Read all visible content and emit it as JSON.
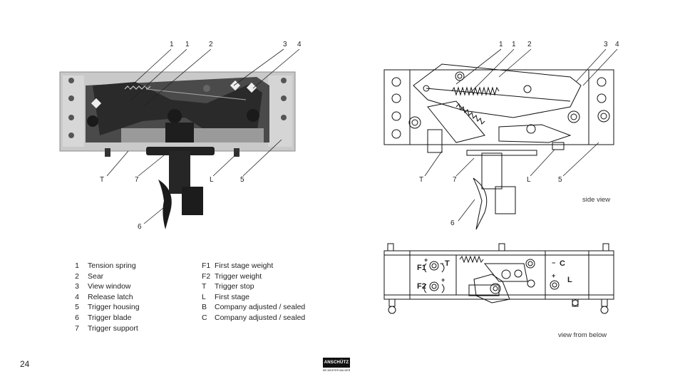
{
  "page_number": "24",
  "photo_callouts_top": [
    "1",
    "1",
    "2",
    "3",
    "4"
  ],
  "photo_callouts_bottom": [
    "T",
    "7",
    "L",
    "5"
  ],
  "photo_callout_six": "6",
  "diagram_callouts_top": [
    "1",
    "1",
    "2",
    "3",
    "4"
  ],
  "diagram_callouts_bottom": [
    "T",
    "7",
    "L",
    "5"
  ],
  "diagram_callout_six": "6",
  "side_view_caption": "side view",
  "below_view_caption": "view from below",
  "below_view_labels": {
    "f1": "F1",
    "f2": "F2",
    "t": "T",
    "c": "C",
    "l": "L",
    "plus": "+",
    "minus": "−"
  },
  "legend_left": [
    {
      "key": "1",
      "text": "Tension spring"
    },
    {
      "key": "2",
      "text": "Sear"
    },
    {
      "key": "3",
      "text": "View window"
    },
    {
      "key": "4",
      "text": "Release latch"
    },
    {
      "key": "5",
      "text": "Trigger housing"
    },
    {
      "key": "6",
      "text": "Trigger blade"
    },
    {
      "key": "7",
      "text": "Trigger support"
    }
  ],
  "legend_right": [
    {
      "key": "F1",
      "text": "First stage weight"
    },
    {
      "key": "F2",
      "text": "Trigger weight"
    },
    {
      "key": "T",
      "text": "Trigger stop"
    },
    {
      "key": "L",
      "text": "First stage"
    },
    {
      "key": "B",
      "text": "Company adjusted / sealed"
    },
    {
      "key": "C",
      "text": "Company adjusted / sealed"
    }
  ],
  "logo": {
    "brand": "ANSCHÜTZ",
    "tagline": "DIE MEISTER MACHER"
  }
}
